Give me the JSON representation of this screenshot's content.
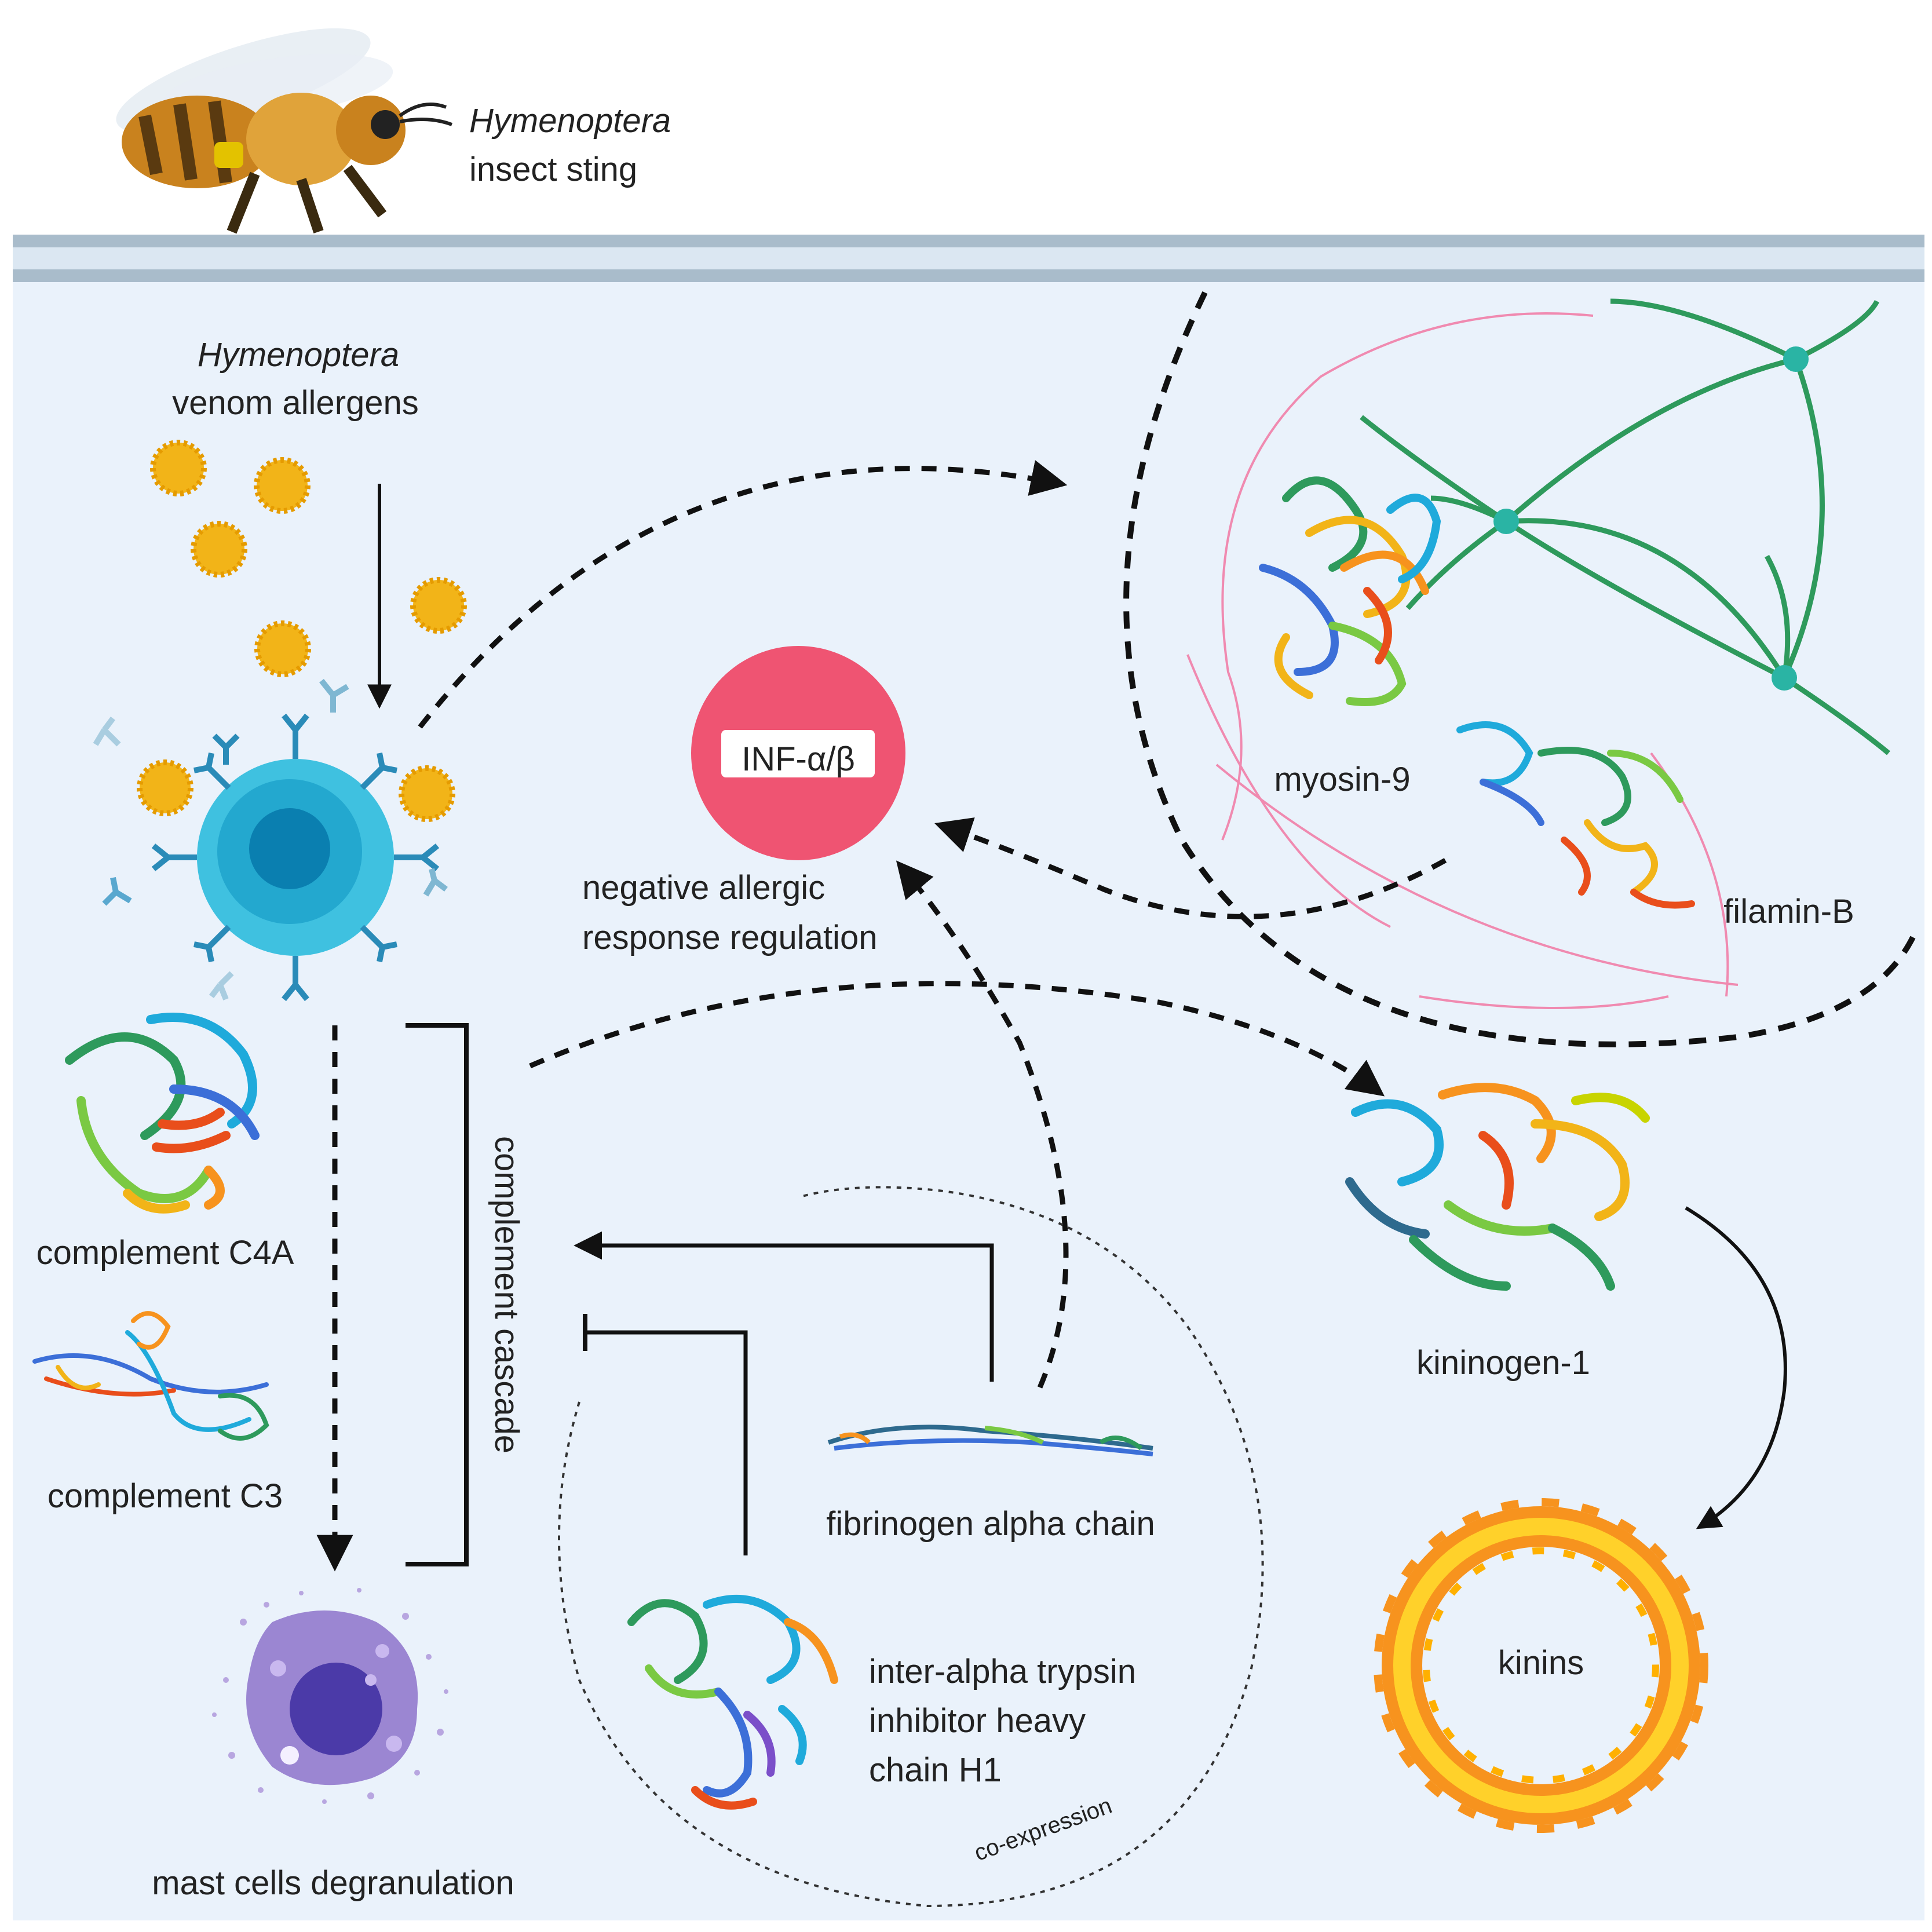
{
  "sting": {
    "title_italic": "Hymenoptera",
    "title_rest": "insect sting"
  },
  "allergens": {
    "title_italic": "Hymenoptera",
    "title_rest": "venom allergens"
  },
  "ifn": {
    "label": "INF-α/β",
    "caption_line1": "negative allergic",
    "caption_line2": "response regulation"
  },
  "proteins": {
    "myosin": "myosin-9",
    "filamin": "filamin-B",
    "c4a": "complement C4A",
    "c3": "complement C3",
    "kininogen": "kininogen-1",
    "fibrinogen": "fibrinogen alpha chain",
    "itih_line1": "inter-alpha trypsin",
    "itih_line2": "inhibitor heavy",
    "itih_line3": "chain H1"
  },
  "cascade": {
    "label": "complement cascade"
  },
  "mast": {
    "label": "mast cells degranulation"
  },
  "kinins": {
    "label": "kinins"
  },
  "coexpression": {
    "label": "co-expression"
  },
  "colors": {
    "background": "#eaf2fb",
    "membrane": "#a9bccb",
    "ifn_circle": "#ef5472",
    "pollen": "#f2b418",
    "bcell": "#3fc1e0",
    "antibody": "#2a8bb8",
    "mast": "#9b86d2",
    "filament": "#2e9a5c",
    "fire": "#f7931e"
  }
}
